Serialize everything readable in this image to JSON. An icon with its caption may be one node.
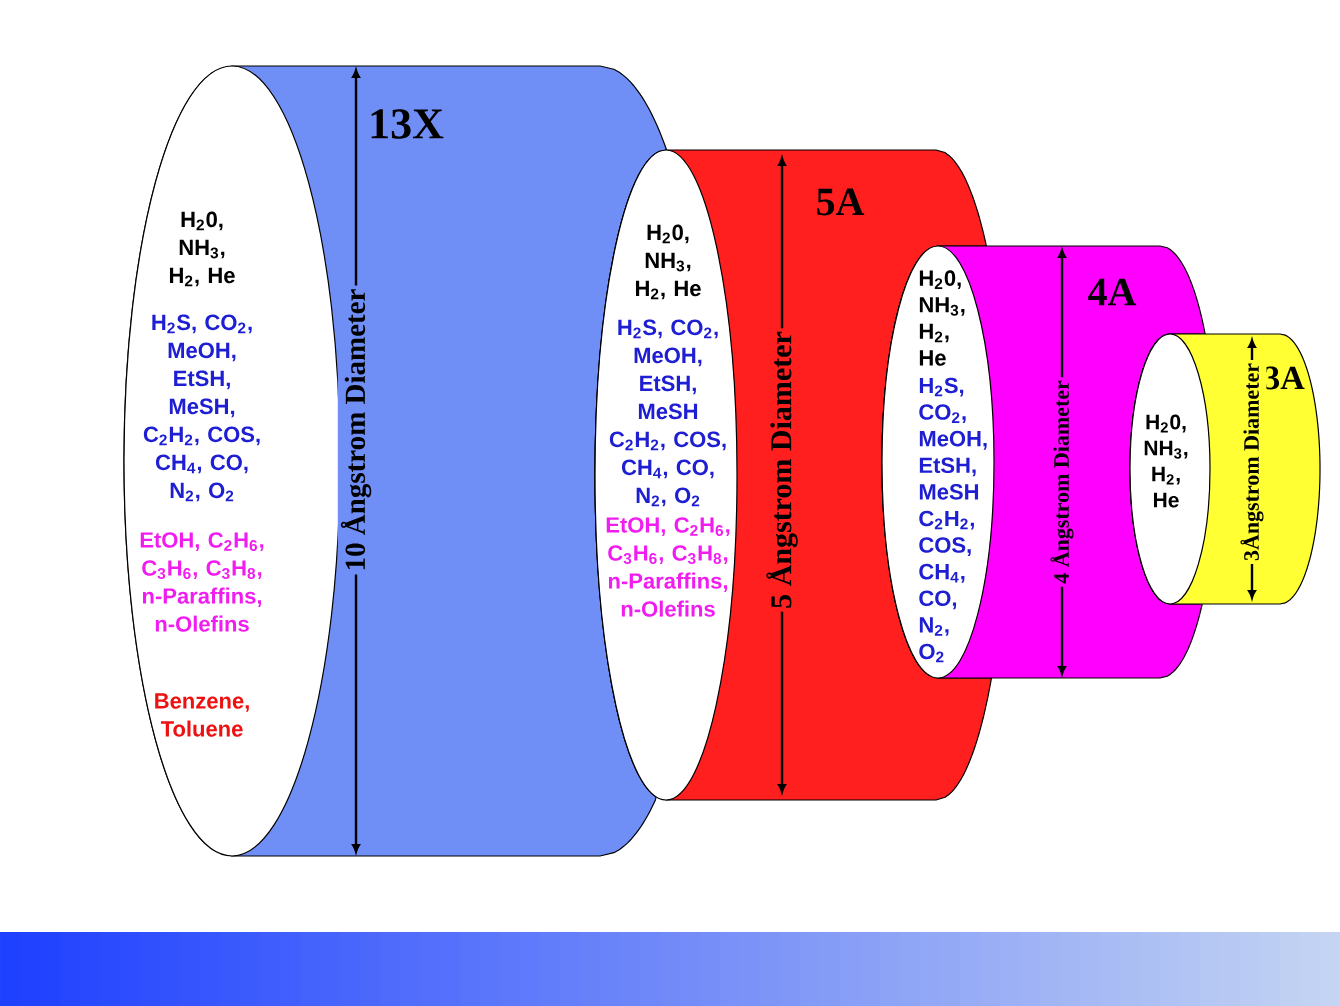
{
  "diagram": {
    "nodes": [
      {
        "text": [
          "13X"
        ]
      },
      {
        "text": [
          "H$_{2}$0, NH$_{3}$, H$_{2}$, He",
          "H$_{2}$S, CO$_{2}$, MeOH, EtSH, MeSH, C$_{2}$H$_{2}$, COS, CH$_{4}$, CO, N$_{2}$, O$_{2}$",
          "EtOH, C$_{2}$H$_{6}$, C$_{3}$H$_{6}$, C$_{3}$H$_{8}$, n-Paraffins, n-Olefins",
          "Benzene, Toluene"
        ],
        "in": 0
      },
      {
        "text": [
          "5A"
        ]
      },
      {
        "text": [
          "H$_{2}$0, NH$_{3}$, H$_{2}$, He",
          "H$_{2}$S, CO$_{2}$, MeOH, EtSH, MeSH C$_{2}$H$_{2}$, COS, CH$_{4}$, CO, N$_{2}$, O$_{2}$",
          "EtOH, C$_{2}$H$_{6}$, C$_{3}$H$_{6}$, C$_{3}$H$_{8}$, n-Paraffins, n-Olefins"
        ],
        "in": 2
      },
      {
        "text": [
          "4A"
        ]
      },
      {
        "text": [
          "H$_{2}$0, NH$_{3}$, H$_{2}$, He",
          "H$_{2}$S, CO$_{2}$, MeOH, EtSH, MeSH C$_{2}$H$_{2}$, COS, CH$_{4}$, CO, N$_{2}$, O$_{2}$"
        ],
        "in": 4
      },
      {
        "text": [
          "3A"
        ]
      },
      {
        "text": [
          "H$_{2}$0, NH$_{3}$, H$_{2}$, He"
        ],
        "in": 6
      }
    ],
    "labels": [
      "10 Ångstrom Diameter",
      "5 Ångstrom Diameter",
      "4 Ångstrom Diameter",
      "3Ångstrom Diameter"
    ]
  }
}
